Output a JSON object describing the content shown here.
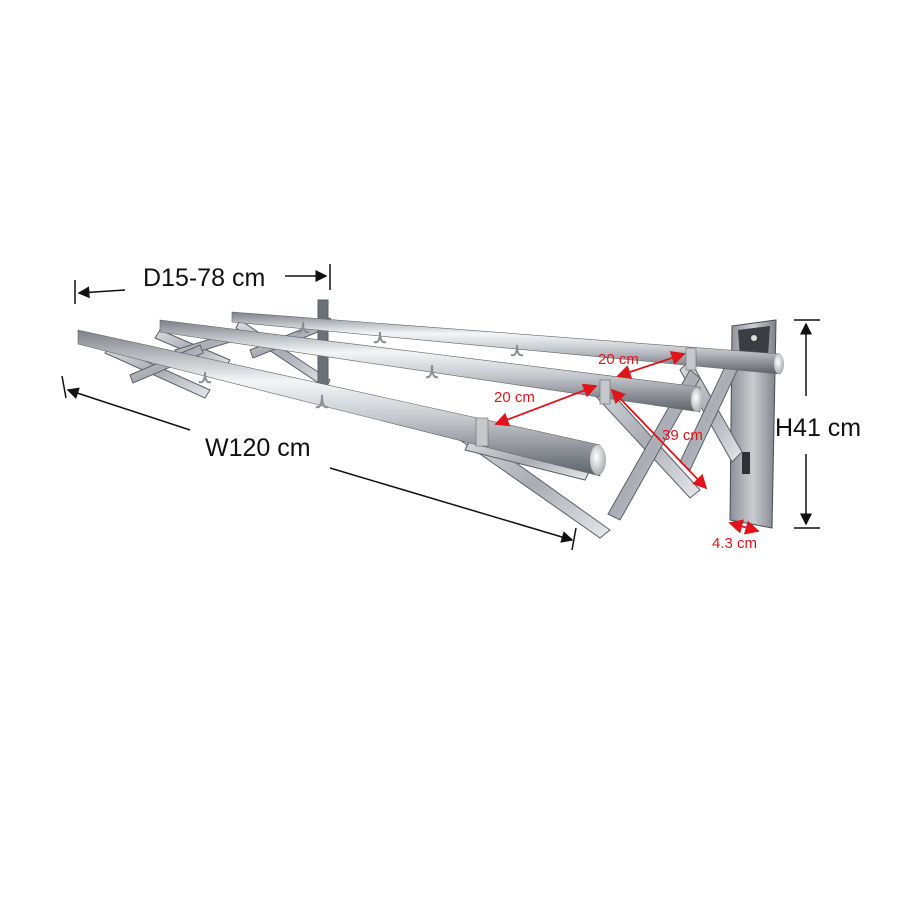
{
  "product": "Wall-mounted retractable stainless steel drying rack",
  "colors": {
    "dimension_black": "#111111",
    "dimension_red": "#e0151b",
    "steel_light": "#e9ebee",
    "steel_dark": "#6f747b",
    "bracket_dark": "#3a3d42"
  },
  "dimensions": {
    "depth": "D15-78 cm",
    "width": "W120 cm",
    "height": "H41 cm",
    "rod_spacing_1": "20 cm",
    "rod_spacing_2": "20 cm",
    "arm_length": "39 cm",
    "bracket_width": "4.3 cm"
  }
}
